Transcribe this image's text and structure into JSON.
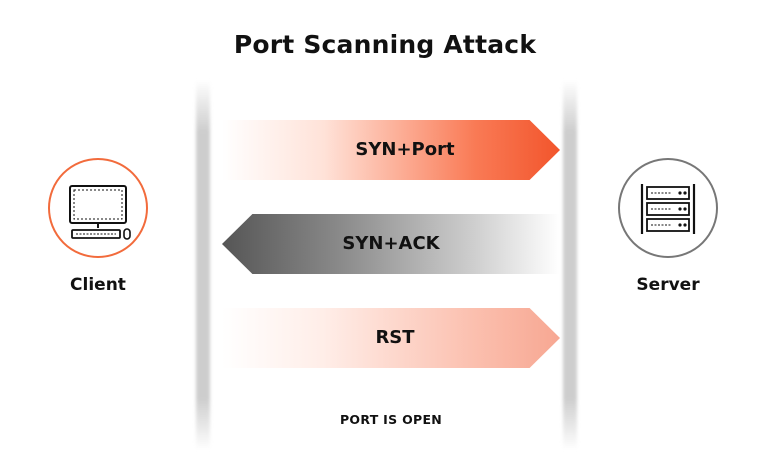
{
  "title": "Port Scanning Attack",
  "client": {
    "label": "Client",
    "icon": "computer-icon",
    "accent": "#f26b3c"
  },
  "server": {
    "label": "Server",
    "icon": "server-rack-icon",
    "accent": "#777777"
  },
  "messages": [
    {
      "label": "SYN+Port",
      "direction": "client-to-server",
      "color": "#f2552c"
    },
    {
      "label": "SYN+ACK",
      "direction": "server-to-client",
      "color": "#555555"
    },
    {
      "label": "RST",
      "direction": "client-to-server",
      "color": "#f7a792"
    }
  ],
  "footer": "PORT IS OPEN"
}
